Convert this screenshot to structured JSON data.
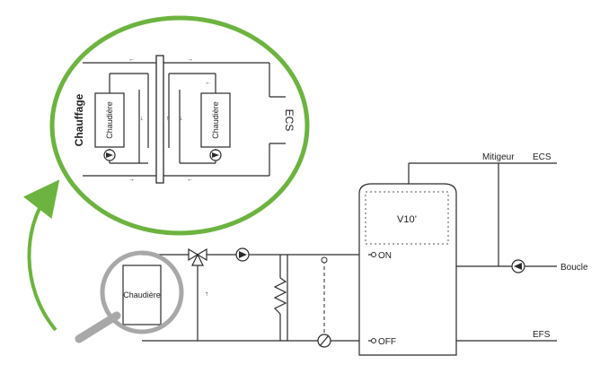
{
  "zoom_inset": {
    "heating_label": "Chauffage",
    "boiler_label_left": "Chaudière",
    "boiler_label_right": "Chaudière",
    "dhw_label": "ECS"
  },
  "main": {
    "boiler_label": "Chaudière",
    "tank_label": "V10’",
    "switch_on_label": "ON",
    "switch_off_label": "OFF",
    "mixer_label": "Mitigeur",
    "dhw_out_label": "ECS",
    "loop_label": "Boucle",
    "cold_water_label": "EFS"
  },
  "colors": {
    "accent_green": "#6cb33f",
    "magnifier_gray": "#a8a8a8",
    "line": "#2a2a2a"
  },
  "icons": [
    "magnifier-icon",
    "pump-icon",
    "three-way-valve-icon",
    "heat-exchanger-icon",
    "thermostat-valve-icon",
    "curved-arrow-icon"
  ]
}
